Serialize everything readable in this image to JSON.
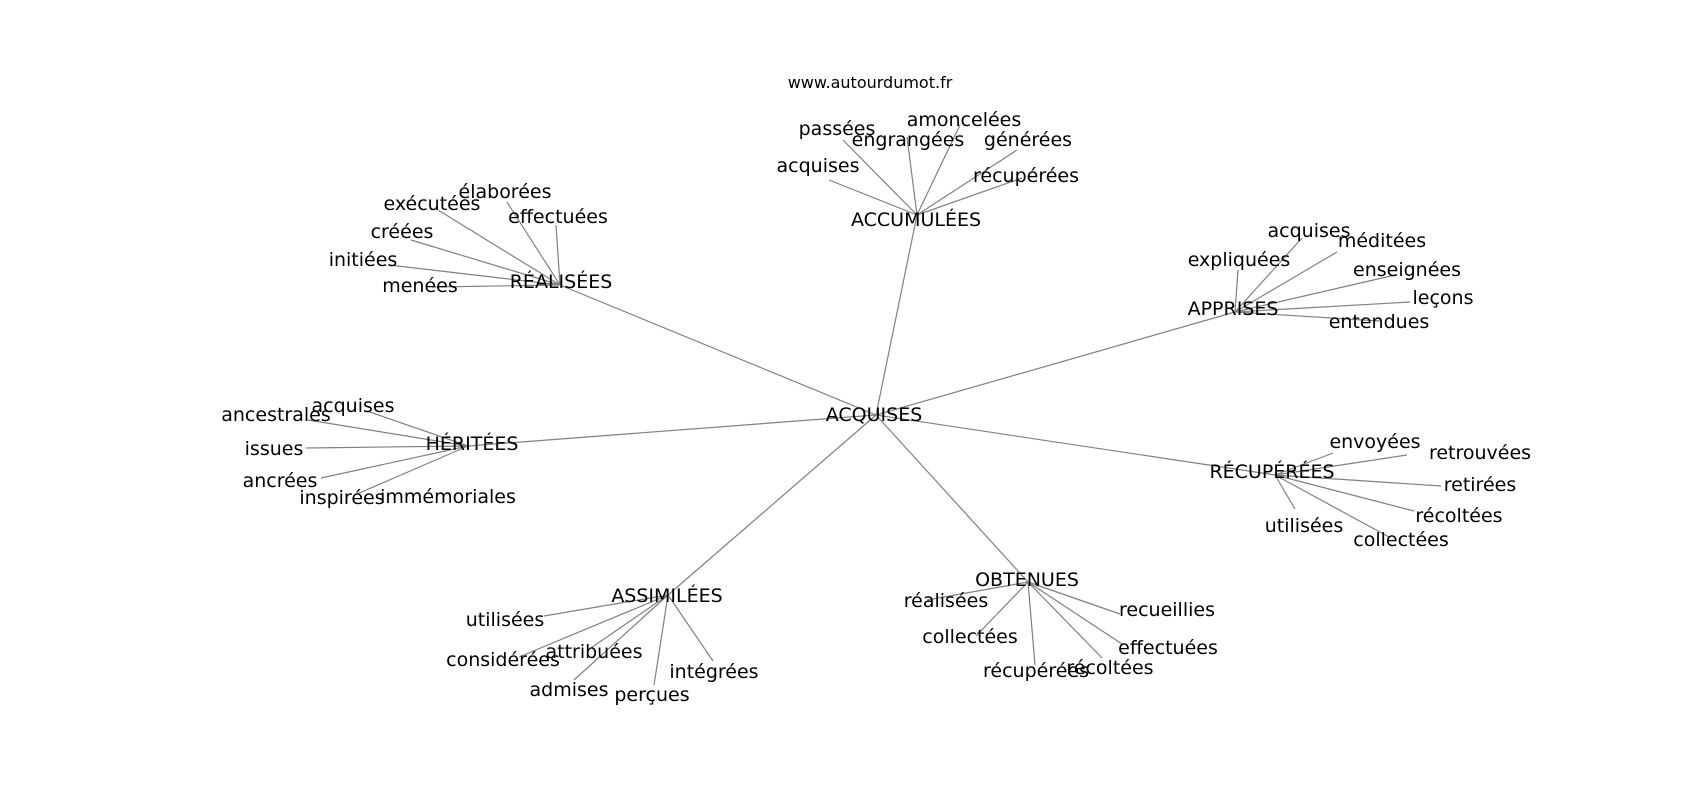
{
  "source": "www.autourdumot.fr",
  "center": "ACQUISES",
  "groups": [
    {
      "label": "ACCUMULÉES",
      "leaves": [
        "passées",
        "engrangées",
        "amoncelées",
        "générées",
        "acquises",
        "récupérées"
      ]
    },
    {
      "label": "RÉALISÉES",
      "leaves": [
        "exécutées",
        "élaborées",
        "effectuées",
        "créées",
        "initiées",
        "menées"
      ]
    },
    {
      "label": "APPRISES",
      "leaves": [
        "acquises",
        "méditées",
        "expliquées",
        "enseignées",
        "leçons",
        "entendues"
      ]
    },
    {
      "label": "HÉRITÉES",
      "leaves": [
        "acquises",
        "ancestrales",
        "issues",
        "ancrées",
        "inspirées",
        "immémoriales"
      ]
    },
    {
      "label": "RÉCUPÉRÉES",
      "leaves": [
        "envoyées",
        "retrouvées",
        "retirées",
        "récoltées",
        "utilisées",
        "collectées"
      ]
    },
    {
      "label": "ASSIMILÉES",
      "leaves": [
        "utilisées",
        "considérées",
        "attribuées",
        "admises",
        "perçues",
        "intégrées"
      ]
    },
    {
      "label": "OBTENUES",
      "leaves": [
        "réalisées",
        "recueillies",
        "collectées",
        "effectuées",
        "récupérées",
        "récoltées"
      ]
    }
  ]
}
